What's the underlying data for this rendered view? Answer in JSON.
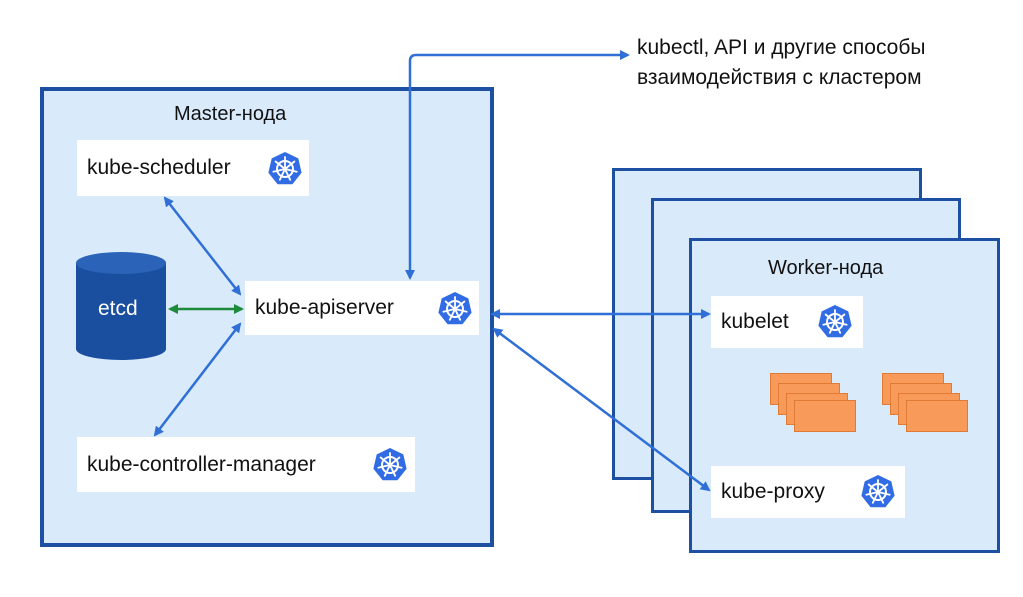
{
  "master": {
    "title": "Master-нода",
    "scheduler_label": "kube-scheduler",
    "apiserver_label": "kube-apiserver",
    "controller_label": "kube-controller-manager",
    "etcd_label": "etcd"
  },
  "worker": {
    "title": "Worker-нода",
    "kubelet_label": "kubelet",
    "proxy_label": "kube-proxy"
  },
  "external": {
    "line1": "kubectl, API и другие способы",
    "line2": "взаимодействия с кластером"
  },
  "colors": {
    "panel_fill": "#d9eafb",
    "panel_border": "#1d4fa3",
    "arrow_blue": "#2f6fd6",
    "arrow_green": "#1e8a3c",
    "etcd_fill": "#1a4fa0",
    "pod_fill": "#f89b5a",
    "k8s_icon": "#326ce5"
  },
  "icons": [
    "kubernetes-icon",
    "database-icon",
    "pod-icon"
  ]
}
